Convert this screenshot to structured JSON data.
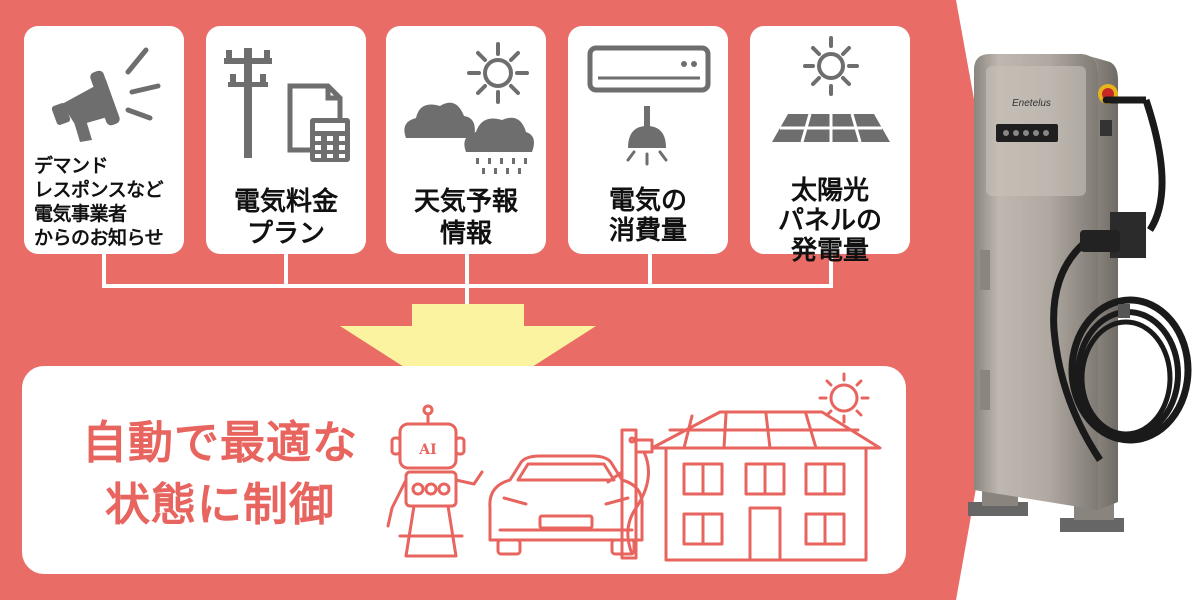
{
  "info_cards": [
    {
      "label": "デマンド\nレスポンスなど\n電気事業者\nからのお知らせ",
      "icon": "megaphone-icon"
    },
    {
      "label": "電気料金\nプラン",
      "icon": "utility-pole-bill-icon"
    },
    {
      "label": "天気予報\n情報",
      "icon": "weather-icon"
    },
    {
      "label": "電気の\n消費量",
      "icon": "air-conditioner-lamp-icon"
    },
    {
      "label": "太陽光\nパネルの\n発電量",
      "icon": "solar-panel-icon"
    }
  ],
  "control": {
    "title": "自動で最適な\n状態に制御",
    "robot_label": "AI"
  },
  "charger": {
    "brand": "Enetelus"
  },
  "colors": {
    "background_red": "#ea6c66",
    "accent_text": "#e8645e",
    "arrow_yellow": "#fbf3a0",
    "icon_gray": "#6e6e6e",
    "white": "#ffffff"
  }
}
